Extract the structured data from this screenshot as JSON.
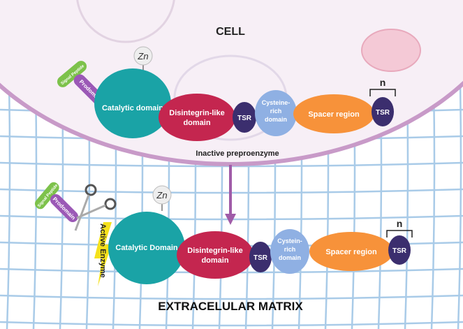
{
  "cell_label": "CELL",
  "matrix_label": "EXTRACELULAR MATRIX",
  "top": {
    "signal_peptide": "Signal Peptide",
    "prodomain": "Prodomain",
    "zn": "Zn",
    "catalytic": "Catalytic domain",
    "disintegrin_1": "Disintegrin-like",
    "disintegrin_2": "domain",
    "tsr": "TSR",
    "cysteine_1": "Cysteine-",
    "cysteine_2": "rich",
    "cysteine_3": "domain",
    "spacer": "Spacer region",
    "tsr_n": "TSR",
    "n": "n",
    "caption": "Inactive preproenzyme"
  },
  "bottom": {
    "signal_peptide": "Signal Peptide",
    "prodomain": "Prodomain",
    "zn": "Zn",
    "active": "Active Enzyme",
    "catalytic": "Catalytic Domain",
    "disintegrin_1": "Disintegrin-like",
    "disintegrin_2": "domain",
    "tsr": "TSR",
    "cysteine_1": "Cystein-",
    "cysteine_2": "rich",
    "cysteine_3": "domain",
    "spacer": "Spacer region",
    "tsr_n": "TSR",
    "n": "n"
  },
  "colors": {
    "cell": "#f7eff6",
    "membrane": "#c89ac8",
    "mesh": "#a9cbe8",
    "catalytic": "#1aa3a6",
    "disintegrin": "#c4264f",
    "tsr": "#3b2e6e",
    "cysteine": "#8fb0e3",
    "spacer": "#f7923a",
    "prodomain": "#9b59b6",
    "signal": "#7dc24b",
    "arrow": "#a05ca8",
    "bolt": "#f5e11c"
  }
}
